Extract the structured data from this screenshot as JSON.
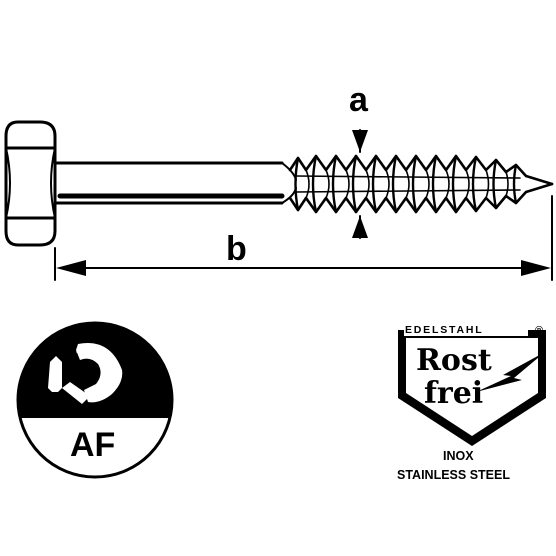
{
  "drawing": {
    "label_a": "a",
    "label_b": "b"
  },
  "drive_symbol": {
    "icon": "wrench-icon",
    "label": "AF"
  },
  "material_badge": {
    "top_text": "EDELSTAHL",
    "registered_mark": "®",
    "line1": "Rost",
    "line2": "frei",
    "caption_line1": "INOX",
    "caption_line2": "STAINLESS STEEL"
  },
  "colors": {
    "ink": "#000000",
    "paper": "#ffffff"
  }
}
